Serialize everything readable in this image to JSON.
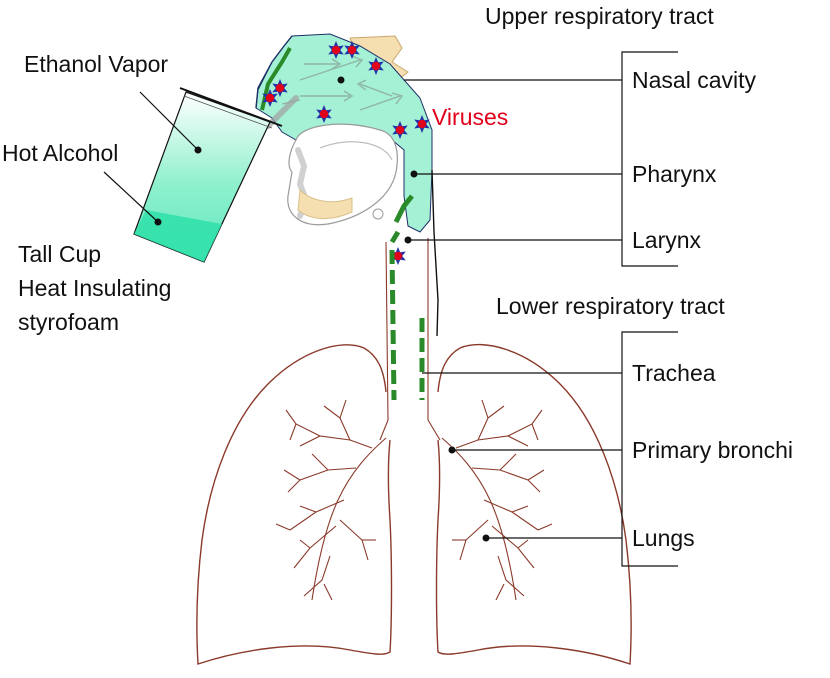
{
  "labels": {
    "upper_tract": "Upper respiratory tract",
    "nasal_cavity": "Nasal cavity",
    "pharynx": "Pharynx",
    "larynx": "Larynx",
    "lower_tract": "Lower respiratory tract",
    "trachea": "Trachea",
    "primary_bronchi": "Primary bronchi",
    "lungs": "Lungs",
    "viruses": "Viruses",
    "ethanol_vapor": "Ethanol Vapor",
    "hot_alcohol": "Hot Alcohol",
    "cup_line1": "Tall Cup",
    "cup_line2": "Heat Insulating",
    "cup_line3": "styrofoam"
  },
  "colors": {
    "virus_label": "#e0001a",
    "airway_fill": "#9ff0d2",
    "liquid": "#2fe0a8",
    "mucosa": "#2a8a2a",
    "bone": "#f5deb0",
    "lung_outline": "#8a3a2a"
  }
}
